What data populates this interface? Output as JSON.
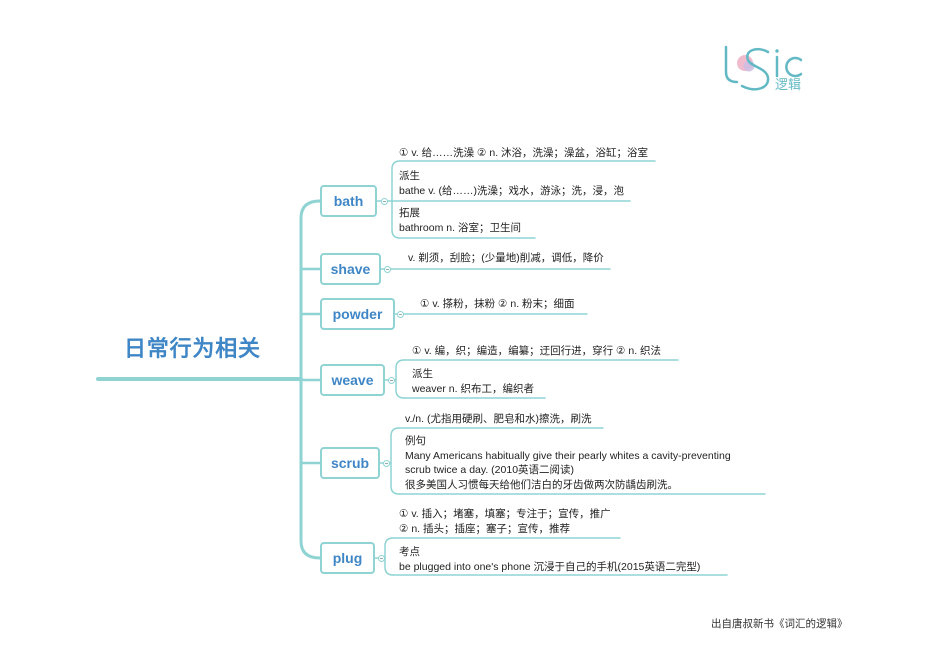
{
  "logo": {
    "wordmark": "logic",
    "subtitle": "逻辑"
  },
  "central_topic": "日常行为相关",
  "branches": [
    {
      "word": "bath",
      "children": [
        {
          "lines": [
            "① v. 给……洗澡 ② n. 沐浴，洗澡；澡盆，浴缸；浴室"
          ]
        },
        {
          "lines": [
            "派生",
            "bathe v. (给……)洗澡；戏水，游泳；洗，浸，泡"
          ]
        },
        {
          "lines": [
            "拓展",
            "bathroom n. 浴室；卫生间"
          ]
        }
      ]
    },
    {
      "word": "shave",
      "children": [
        {
          "lines": [
            "v. 剃须，刮脸；(少量地)削减，调低，降价"
          ]
        }
      ]
    },
    {
      "word": "powder",
      "children": [
        {
          "lines": [
            "① v. 搽粉，抹粉 ② n. 粉末；细面"
          ]
        }
      ]
    },
    {
      "word": "weave",
      "children": [
        {
          "lines": [
            "① v. 编，织；编造，编纂；迂回行进，穿行 ② n. 织法"
          ]
        },
        {
          "lines": [
            "派生",
            "weaver n. 织布工，编织者"
          ]
        }
      ]
    },
    {
      "word": "scrub",
      "children": [
        {
          "lines": [
            "v./n. (尤指用硬刷、肥皂和水)擦洗，刷洗"
          ]
        },
        {
          "lines": [
            "例句",
            "Many Americans habitually give their pearly whites a cavity-preventing",
            "scrub twice a day. (2010英语二阅读)",
            "很多美国人习惯每天给他们洁白的牙齿做两次防龋齿刷洗。"
          ]
        }
      ]
    },
    {
      "word": "plug",
      "children": [
        {
          "lines": [
            "① v. 插入；堵塞，填塞；专注于；宣传，推广",
            "② n. 插头；插座；塞子；宣传，推荐"
          ]
        },
        {
          "lines": [
            "考点",
            "be plugged into one's phone 沉浸于自己的手机(2015英语二完型)"
          ]
        }
      ]
    }
  ],
  "footer": "出自唐叔新书《词汇的逻辑》",
  "icons": {
    "collapse": "collapse-minus-icon"
  },
  "colors": {
    "topic_text": "#3f86c6",
    "connector": "#8fd3d3",
    "node_border": "#8fd3d3",
    "body_text": "#222222",
    "footer_text": "#333333",
    "logo_teal": "#62b9c4",
    "logo_pink": "#efb4c9",
    "logo_lavender": "#cdbce3",
    "collapse_icon": "#9aa9a9",
    "background": "#ffffff"
  }
}
